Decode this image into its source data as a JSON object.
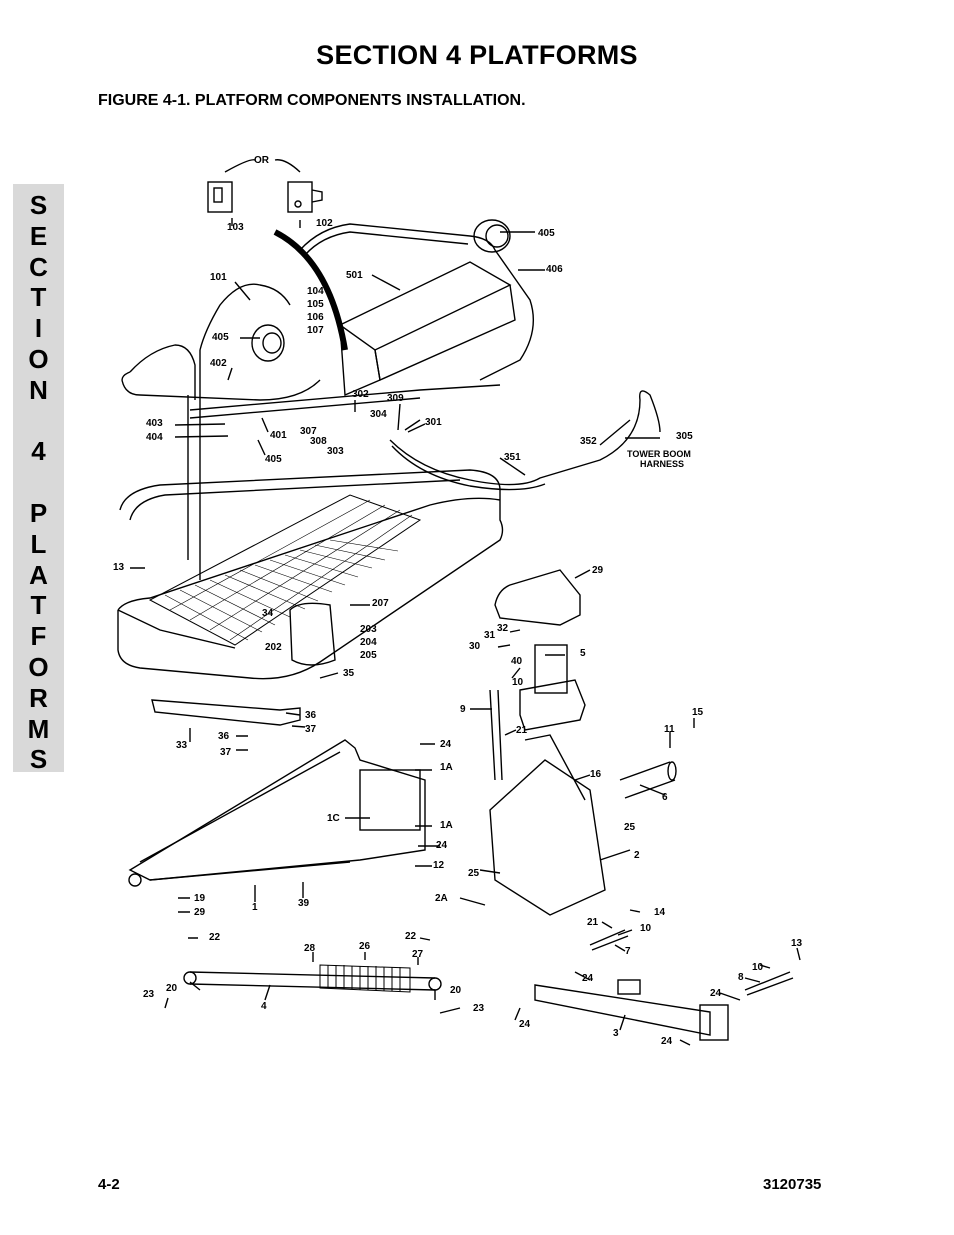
{
  "page": {
    "section_title": "SECTION 4  PLATFORMS",
    "figure_caption": "FIGURE 4-1.    PLATFORM COMPONENTS INSTALLATION.",
    "page_number": "4-2",
    "doc_number": "3120735"
  },
  "tab_letters": [
    "S",
    "E",
    "C",
    "T",
    "I",
    "O",
    "N",
    "",
    "4",
    "",
    "P",
    "L",
    "A",
    "T",
    "F",
    "O",
    "R",
    "M",
    "S"
  ],
  "callouts": {
    "or": "OR",
    "c103": "103",
    "c102": "102",
    "c405a": "405",
    "c406": "406",
    "c101": "101",
    "c501": "501",
    "c104": "104",
    "c105": "105",
    "c106": "106",
    "c107": "107",
    "c405b": "405",
    "c402": "402",
    "c403": "403",
    "c404": "404",
    "c401": "401",
    "c405c": "405",
    "c302": "302",
    "c309": "309",
    "c304": "304",
    "c301": "301",
    "c307": "307",
    "c308": "308",
    "c303": "303",
    "c305": "305",
    "c352": "352",
    "tower1": "TOWER BOOM",
    "tower2": "HARNESS",
    "c351": "351",
    "c13a": "13",
    "c29": "29",
    "c207": "207",
    "c34": "34",
    "c202": "202",
    "c203": "203",
    "c204": "204",
    "c205": "205",
    "c35": "35",
    "c32": "32",
    "c31": "31",
    "c30": "30",
    "c5": "5",
    "c40": "40",
    "c10a": "10",
    "c9": "9",
    "c21a": "21",
    "c36a": "36",
    "c37a": "37",
    "c33": "33",
    "c36b": "36",
    "c37b": "37",
    "c24a": "24",
    "c1Aa": "1A",
    "c1C": "1C",
    "c1Ab": "1A",
    "c24b": "24",
    "c12": "12",
    "c15": "15",
    "c11": "11",
    "c16": "16",
    "c6": "6",
    "c25a": "25",
    "c2": "2",
    "c25b": "25",
    "c2A": "2A",
    "c19": "19",
    "c29b": "29",
    "c1": "1",
    "c39": "39",
    "c14": "14",
    "c21b": "21",
    "c10b": "10",
    "c7": "7",
    "c22a": "22",
    "c22b": "22",
    "c28": "28",
    "c26": "26",
    "c27": "27",
    "c23a": "23",
    "c20a": "20",
    "c4": "4",
    "c20b": "20",
    "c23b": "23",
    "c24c": "24",
    "c24d": "24",
    "c3": "3",
    "c24e": "24",
    "c24f": "24",
    "c13b": "13",
    "c10c": "10",
    "c8": "8"
  }
}
